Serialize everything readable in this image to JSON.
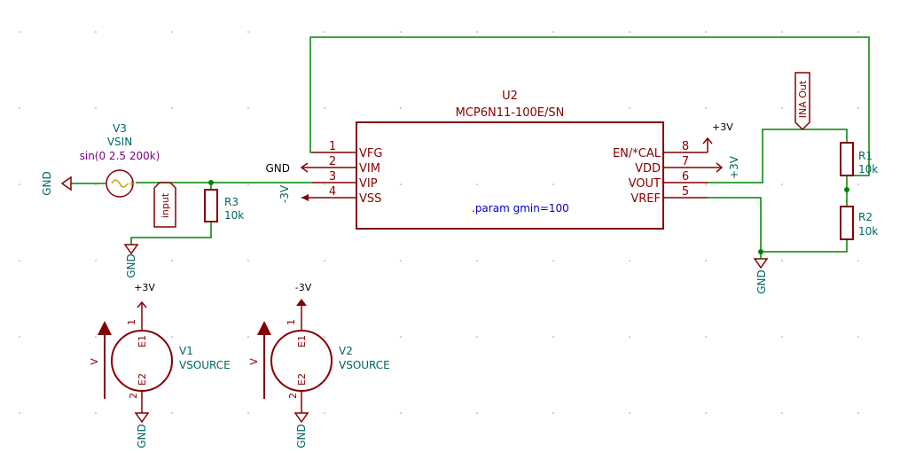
{
  "u2": {
    "ref": "U2",
    "value": "MCP6N11-100E/SN",
    "param": ".param gmin=100",
    "left_pins": [
      {
        "num": "1",
        "name": "VFG"
      },
      {
        "num": "2",
        "name": "VIM"
      },
      {
        "num": "3",
        "name": "VIP"
      },
      {
        "num": "4",
        "name": "VSS"
      }
    ],
    "right_pins": [
      {
        "num": "8",
        "name": "EN/*CAL"
      },
      {
        "num": "7",
        "name": "VDD"
      },
      {
        "num": "6",
        "name": "VOUT"
      },
      {
        "num": "5",
        "name": "VREF"
      }
    ]
  },
  "v3": {
    "ref": "V3",
    "value": "VSIN",
    "spice": "sin(0 2.5 200k)"
  },
  "r3": {
    "ref": "R3",
    "value": "10k"
  },
  "r1": {
    "ref": "R1",
    "value": "10k"
  },
  "r2": {
    "ref": "R2",
    "value": "10k"
  },
  "v1": {
    "ref": "V1",
    "value": "VSOURCE",
    "pin_top": "1",
    "pin_bot": "2",
    "e1": "E1",
    "e2": "E2",
    "arrow_label": "V"
  },
  "v2": {
    "ref": "V2",
    "value": "VSOURCE",
    "pin_top": "1",
    "pin_bot": "2",
    "e1": "E1",
    "e2": "E2",
    "arrow_label": "V"
  },
  "labels": {
    "input": "input",
    "ina_out": "INA Out"
  },
  "power": {
    "gnd": "GND",
    "p3v": "+3V",
    "m3v": "-3V"
  }
}
